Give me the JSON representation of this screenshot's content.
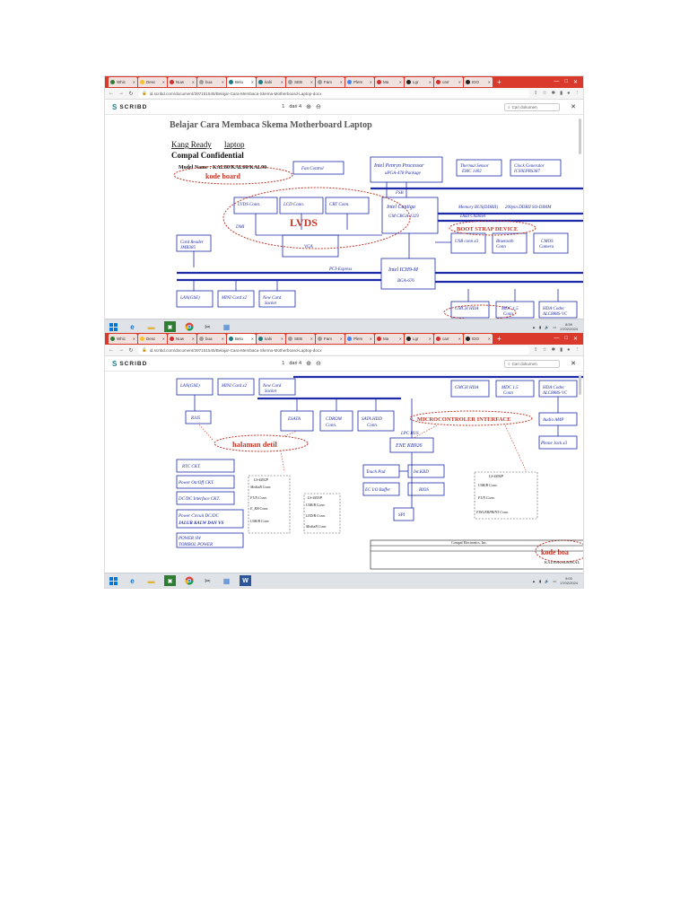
{
  "browser": {
    "tabs": [
      {
        "label": "Whic",
        "color": "#2e7d32"
      },
      {
        "label": "Desc",
        "color": "#fbc02d"
      },
      {
        "label": "Nuw",
        "color": "#d32f2f"
      },
      {
        "label": "bua",
        "color": "#9e9e9e"
      },
      {
        "label": "Belu",
        "color": "#1e7b85",
        "active": true
      },
      {
        "label": "kahi",
        "color": "#1e7b85"
      },
      {
        "label": "SEB",
        "color": "#9e9e9e"
      },
      {
        "label": "Fam",
        "color": "#9e9e9e"
      },
      {
        "label": "Plem",
        "color": "#4285f4"
      },
      {
        "label": "Ma",
        "color": "#d32f2f"
      },
      {
        "label": "Lgr",
        "color": "#212121"
      },
      {
        "label": "carr",
        "color": "#d32f2f"
      },
      {
        "label": "IDO",
        "color": "#212121"
      }
    ],
    "new_tab": "+",
    "url": "id.scribd.com/document/397151545/Belajar-Cara-Membaca-Skema-Motherboard-Laptop-docx"
  },
  "scribd": {
    "logo_text": "SCRIBD",
    "page_of": "dari 4",
    "search_placeholder": "Cari dokumen"
  },
  "doc": {
    "title": "Belajar Cara Membaca Skema Motherboard Laptop",
    "author": "Kang Ready",
    "author_link": "laptop",
    "confidential": "Compal Confidential",
    "model": "Model Name : KAL80/KAL60/KAL90",
    "annotations": {
      "kode_board": "kode board",
      "lvds": "LVDS",
      "boot_strap": "BOOT STRAP DEVICE",
      "halaman_detil": "halaman detil",
      "microcontroler": "MICROCONTROLER INTERFACE",
      "kode_board_2": "kode boa"
    },
    "blocks1": {
      "fan": "Fan Control",
      "cpu": "Intel Penryn Processor",
      "cpu_pkg": "uPGA-478 Package",
      "thermal": "Thermal Sensor",
      "thermal_2": "EMC 1402",
      "clock": "Clock Generator",
      "clock_2": "ICS9LPRS387",
      "fsb": "FSB",
      "panel": "LVDS Conn.",
      "lcd": "LCD Conn.",
      "crt": "CRT Conn.",
      "cantiga": "Intel Cantiga",
      "cantiga_2": "GM  CBGA-1329",
      "memory": "Memory BUS(DDRII)",
      "memory_2": "Dual Channel",
      "sodimm": "200pin DDRII SO-DIMM",
      "card_reader": "Card Reader",
      "card_reader_2": "JMB385",
      "vga": "VGA",
      "dmi": "DMI",
      "usb": "USB conn x3",
      "bluetooth": "Bluetooth",
      "bluetooth_2": "Conn",
      "cmos": "CMOS",
      "cmos_2": "Camera",
      "pci": "PCI-Express",
      "ich": "Intel ICH9-M",
      "ich_2": "BGA-676",
      "lan": "LAN(GbE)",
      "mini": "MINI Card x2",
      "newcard": "New Card",
      "newcard_2": "Socket",
      "gmch": "GMCH HDA",
      "mdc": "MDC 1.5",
      "mdc_2": "Conn",
      "hda": "HDA Codec",
      "hda_2": "ALC888S-VC"
    },
    "blocks2": {
      "lan": "LAN(GbE)",
      "mini": "MINI Card x2",
      "newcard": "New Card",
      "newcard_2": "Socket",
      "rj45": "RJ45",
      "esata": "ESATA",
      "cdrom": "CDROM",
      "cdrom_2": "Conn.",
      "sata_hdd": "SATA HDD",
      "sata_hdd_2": "Conn.",
      "gmch": "GMCH HDA",
      "mdc": "MDC 1.5",
      "mdc_2": "Conn",
      "hda": "HDA Codec",
      "hda_2": "ALC888S-VC",
      "audio_amp": "Audio AMP",
      "phone_jack": "Phone Jack x3",
      "lpc": "LPC BUS",
      "ene": "ENE KB926",
      "rtc": "RTC CKT.",
      "power_onoff": "Power On/Off CKT.",
      "dcdc": "DC/DC Interface CKT.",
      "power_circuit": "Power Circuit DC/DC",
      "power_circuit_2": "JALUR KALW DAN VS",
      "power_sw": "POWER SW",
      "power_sw_2": "TOMBOL POWER",
      "touch": "Touch Pad",
      "int_kbd": "Int.KBD",
      "ec_io": "EC I/O Buffer",
      "bios": "BIOS",
      "spi": "SPI",
      "mb_conn": "MediaB Conn.",
      "fun_conn": "FUN Conn.",
      "ekb": "E_KB Conn.",
      "usb_conn": "USB/B Conn.",
      "usbb": "USB/B Conn.",
      "led": "LED/B Conn.",
      "mediab": "MediaB Conn.",
      "usb_r": "USB/B Conn.",
      "fun_r": "FUN Conn.",
      "finger": "FINGERPRINT Conn.",
      "ls_1": "LS-4492P",
      "ls_2": "LS-4493P",
      "ls_3": "LS-4494P",
      "title_block": "Compal Electronics, Inc.",
      "kali": "KAL90/KAL60/KAL"
    }
  },
  "taskbar": {
    "clock_1_time": "8:59",
    "clock_1_date": "17/02/2024",
    "clock_2_time": "9:00",
    "clock_2_date": "17/02/2024"
  }
}
